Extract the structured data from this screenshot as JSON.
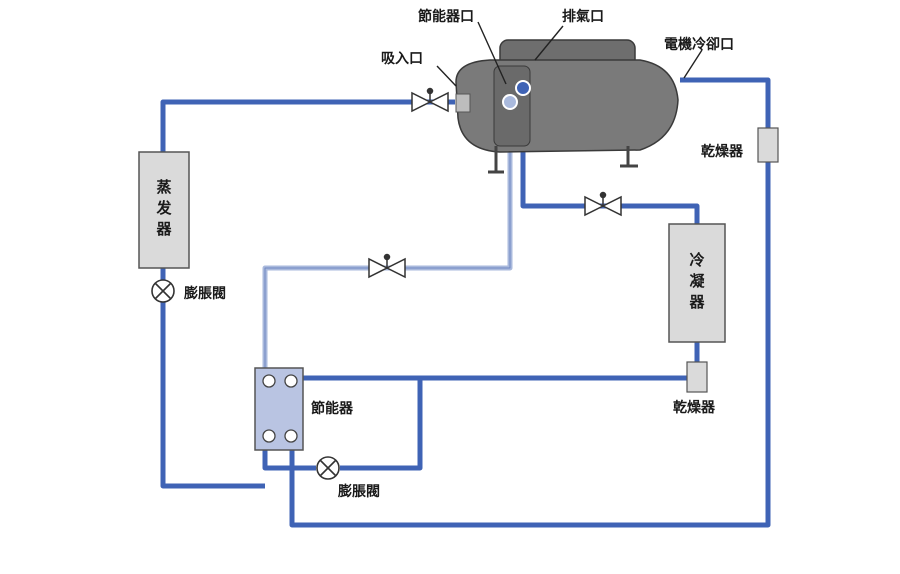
{
  "labels": {
    "economizer_port": "節能器口",
    "discharge_port": "排氣口",
    "suction_port": "吸入口",
    "motor_cooling_port": "電機冷卻口",
    "dryer_top": "乾燥器",
    "evaporator": "蒸发器",
    "expansion_valve_left": "膨脹閥",
    "condenser": "冷凝器",
    "economizer": "節能器",
    "dryer_bottom": "乾燥器",
    "expansion_valve_bottom": "膨脹閥"
  },
  "colors": {
    "pipe_dark": "#3f63b5",
    "pipe_light": "#a9b9dc",
    "compressor": "#7a7a7a",
    "component_fill": "#dadada"
  }
}
